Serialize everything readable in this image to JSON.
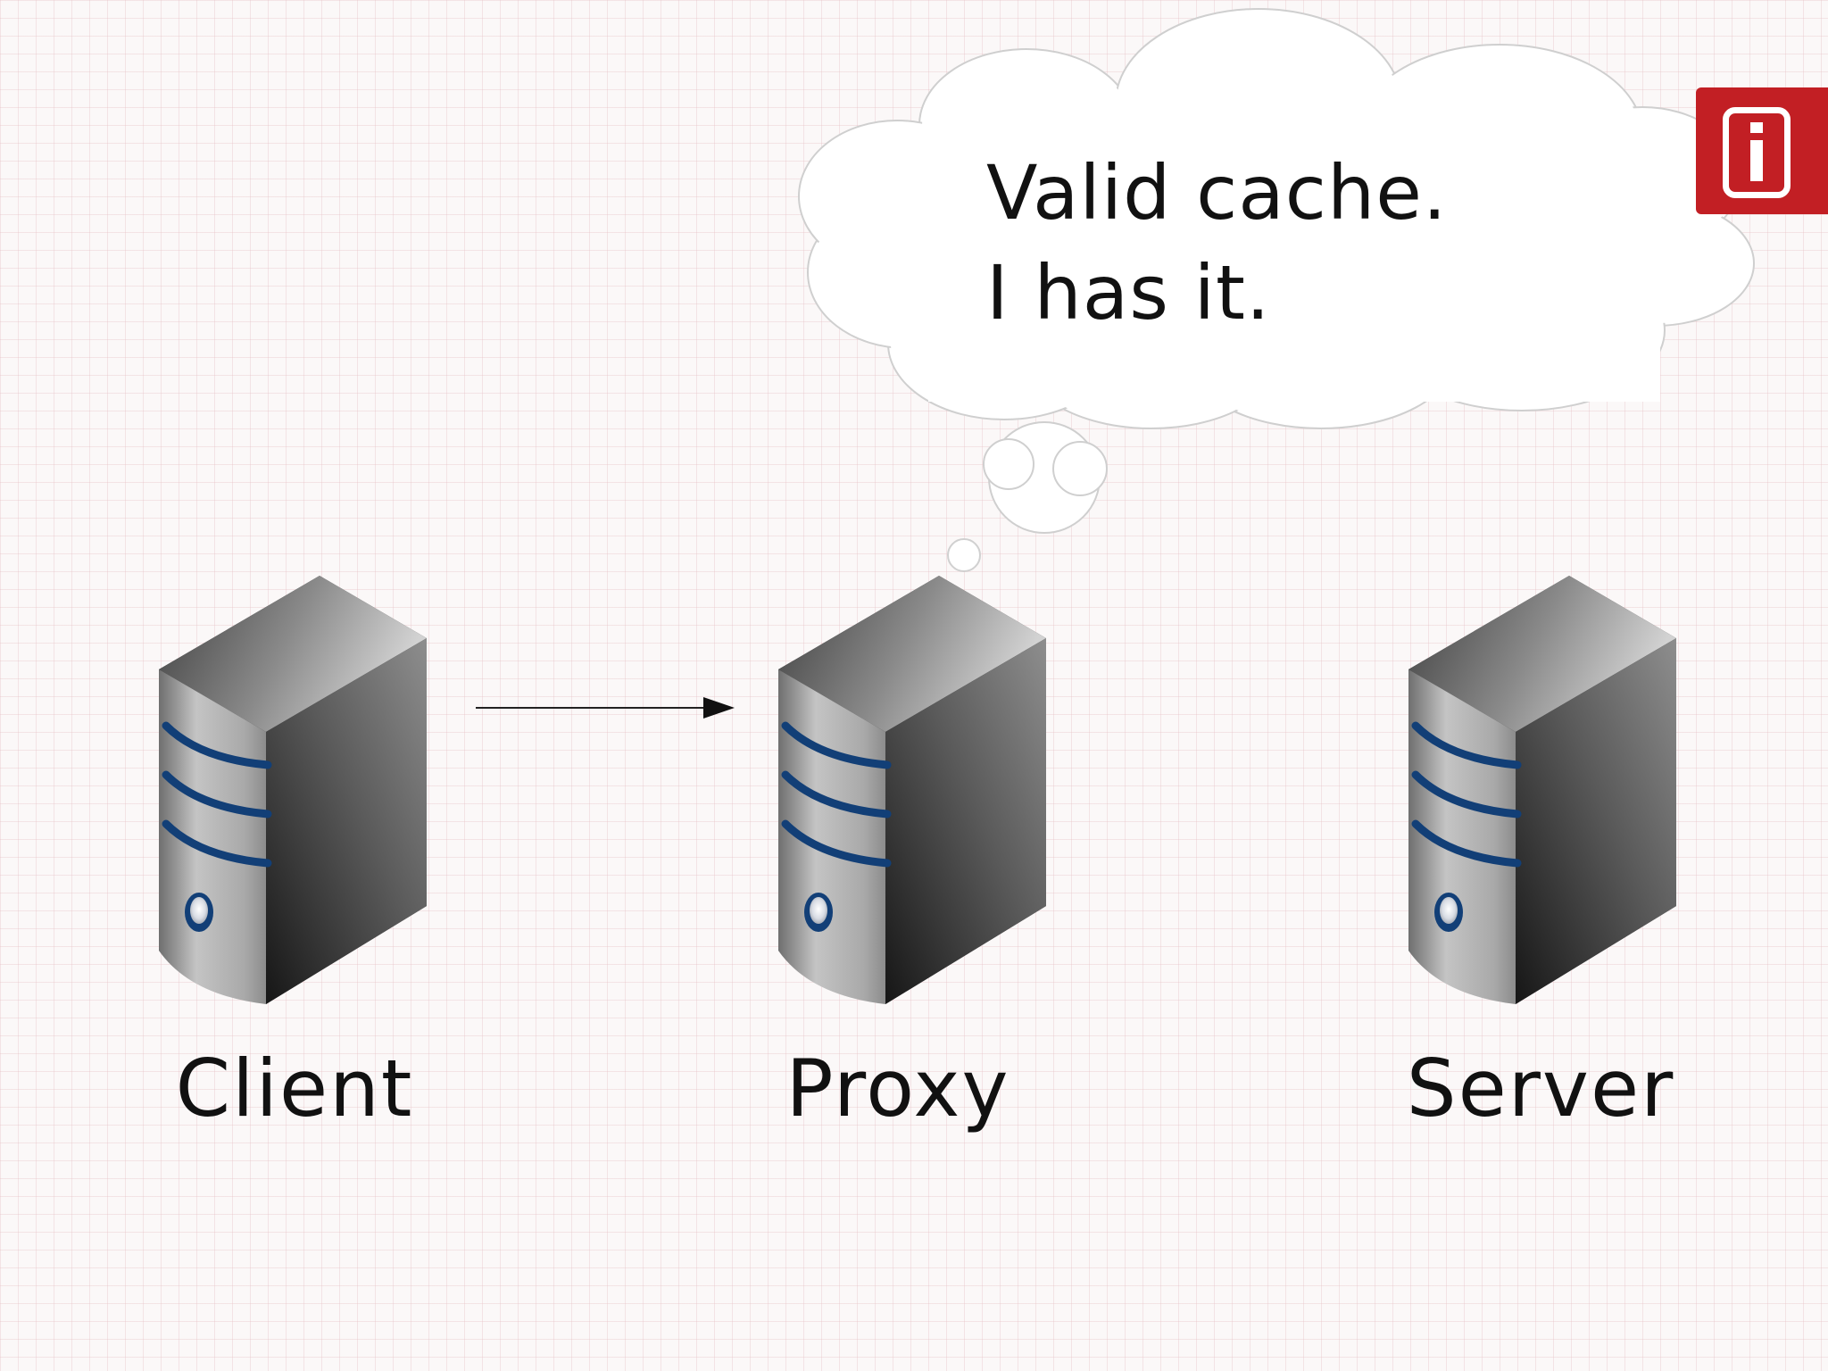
{
  "thought_bubble": {
    "line1": "Valid cache.",
    "line2": "I has it."
  },
  "nodes": [
    {
      "id": "client",
      "label": "Client"
    },
    {
      "id": "proxy",
      "label": "Proxy"
    },
    {
      "id": "server",
      "label": "Server"
    }
  ],
  "connections": [
    {
      "from": "client",
      "to": "proxy",
      "style": "single-headed arrow"
    }
  ],
  "colors": {
    "background": "#fbf8f8",
    "grid": "#e6bec3",
    "server_drive_stripes": "#123f77",
    "logo_badge": "#c21f24"
  },
  "icons": {
    "node_icon": "server-tower-icon",
    "logo": "red-logo-badge"
  }
}
